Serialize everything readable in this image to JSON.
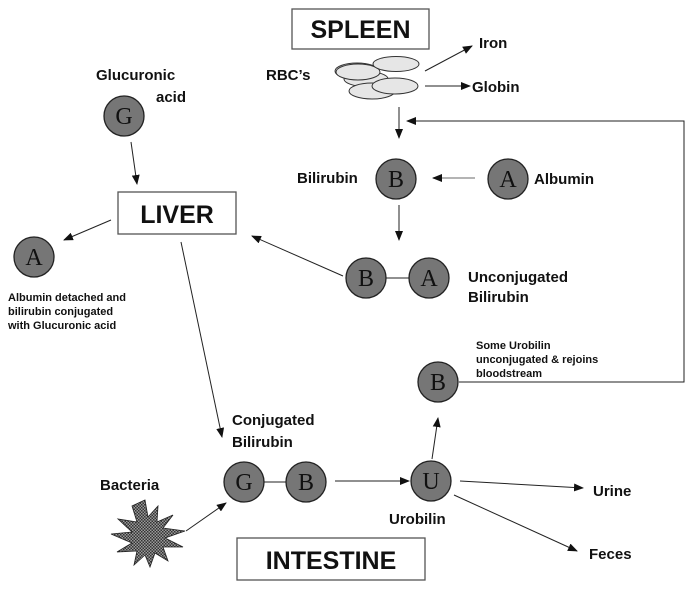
{
  "organs": {
    "spleen": "SPLEEN",
    "liver": "LIVER",
    "intestine": "INTESTINE"
  },
  "labels": {
    "rbcs": "RBC’s",
    "iron": "Iron",
    "globin": "Globin",
    "glucuronic_line1": "Glucuronic",
    "glucuronic_line2": "acid",
    "bilirubin": "Bilirubin",
    "albumin": "Albumin",
    "unconjugated_line1": "Unconjugated",
    "unconjugated_line2": "Bilirubin",
    "albumin_note_line1": "Albumin detached and",
    "albumin_note_line2": "bilirubin conjugated",
    "albumin_note_line3": "with Glucuronic acid",
    "urobilin_note_line1": "Some Urobilin",
    "urobilin_note_line2": "unconjugated & rejoins",
    "urobilin_note_line3": "bloodstream",
    "conjugated_line1": "Conjugated",
    "conjugated_line2": "Bilirubin",
    "bacteria": "Bacteria",
    "urobilin": "Urobilin",
    "urine": "Urine",
    "feces": "Feces"
  },
  "molecules": {
    "glucuronic": "G",
    "bilirubin": "B",
    "albumin": "A",
    "liver_albumin": "A",
    "complex_b": "B",
    "complex_a": "A",
    "recycled_b": "B",
    "conj_g": "G",
    "conj_b": "B",
    "urobilin": "U"
  },
  "colors": {
    "molecule_fill": "#767676",
    "rbc_fill": "#e6e6e6",
    "bacteria_fill": "#555555"
  }
}
